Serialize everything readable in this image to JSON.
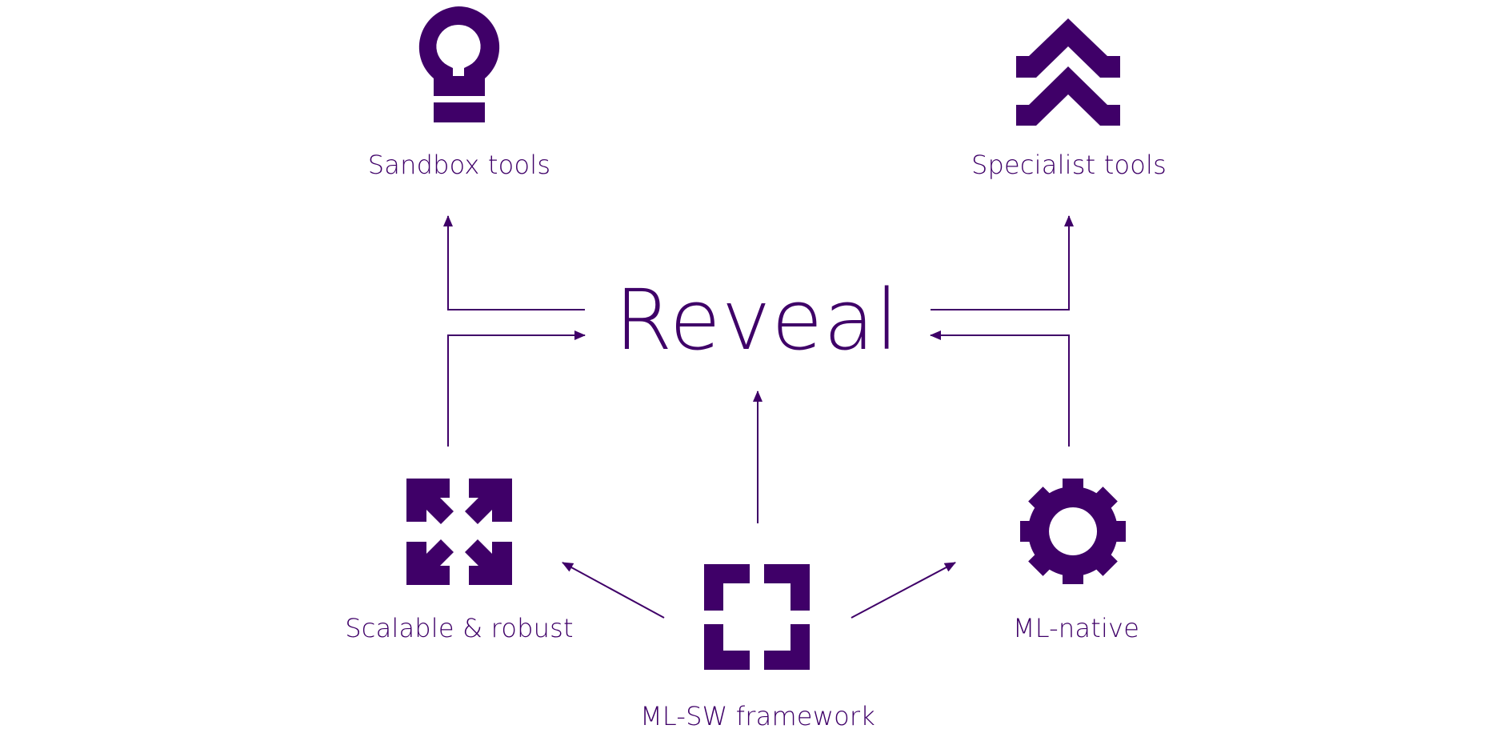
{
  "colors": {
    "accent": "#3f0068",
    "background": "#ffffff"
  },
  "center": {
    "title": "Reveal"
  },
  "nodes": {
    "sandbox": {
      "label": "Sandbox tools",
      "icon": "lightbulb-icon"
    },
    "specialist": {
      "label": "Specialist tools",
      "icon": "double-chevron-up-icon"
    },
    "scalable": {
      "label": "Scalable & robust",
      "icon": "expand-arrows-icon"
    },
    "mlnative": {
      "label": "ML-native",
      "icon": "gear-icon"
    },
    "framework": {
      "label": "ML-SW framework",
      "icon": "frame-corners-icon"
    }
  }
}
